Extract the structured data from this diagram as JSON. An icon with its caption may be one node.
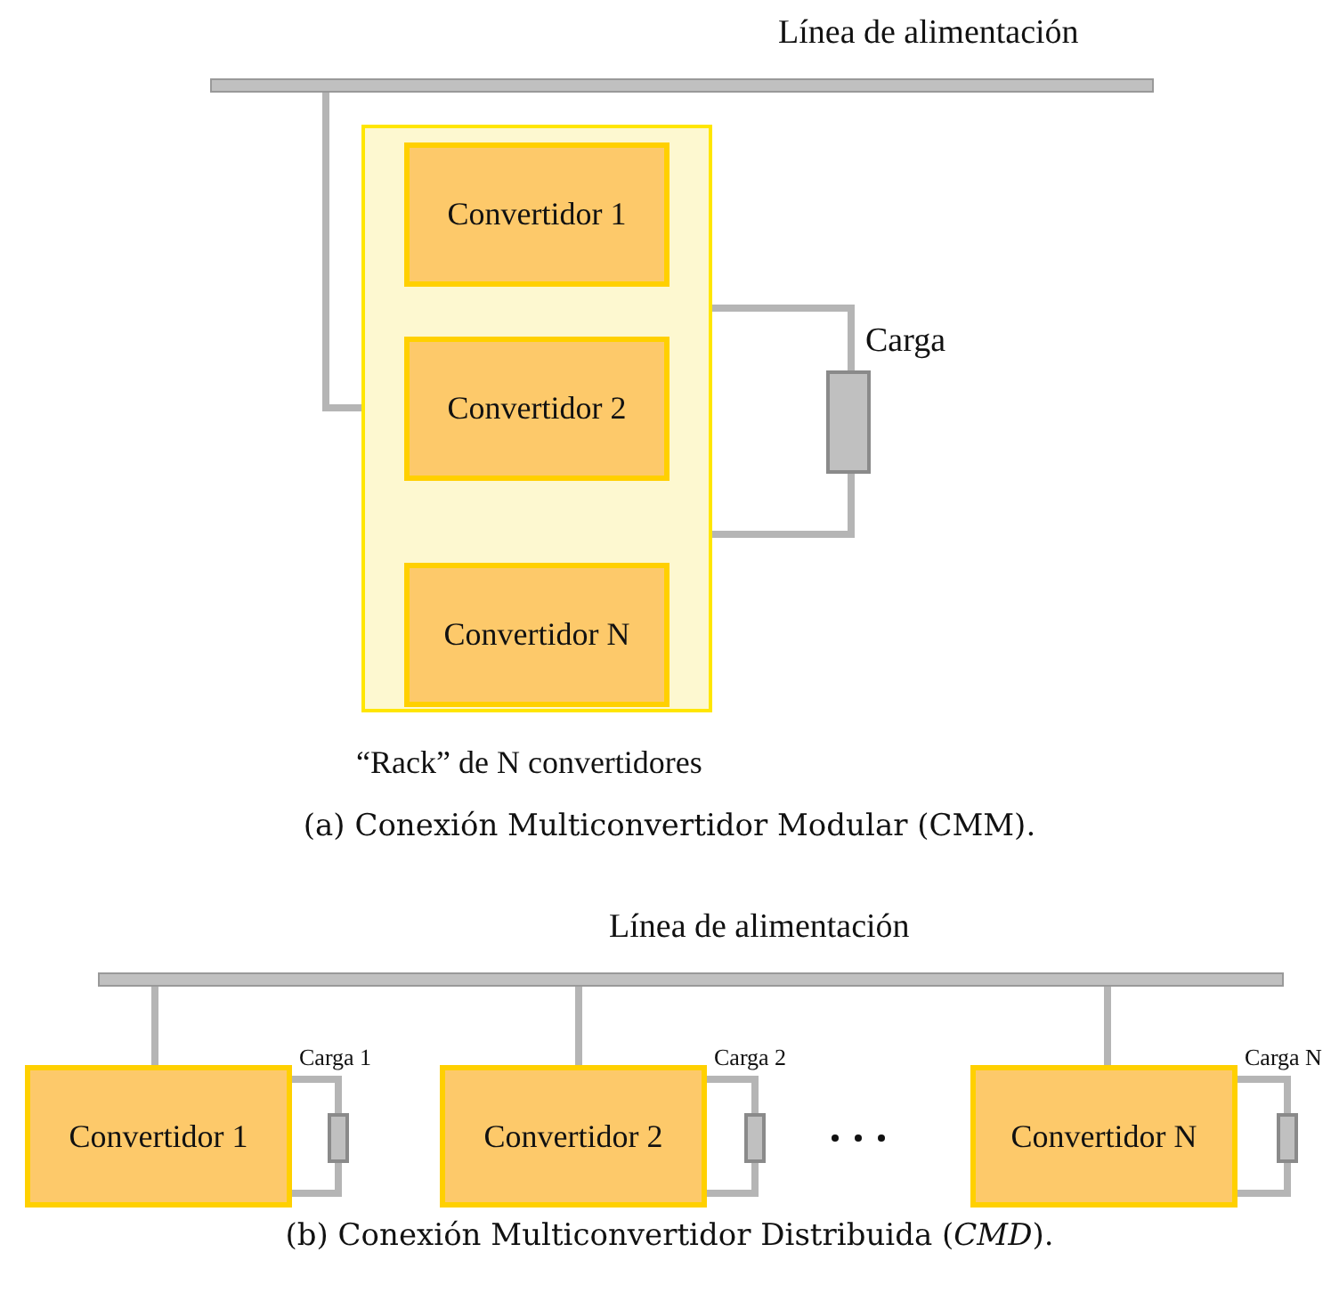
{
  "diagram": {
    "nodes": [
      {
        "text": [],
        "shape": "bar",
        "beside": [
          "Línea de alimentación"
        ]
      },
      {
        "text": [
          "“Rack” de N convertidores"
        ]
      },
      {
        "text": [
          "Convertidor 1"
        ],
        "in": 1
      },
      {
        "text": [
          "Convertidor 2"
        ],
        "in": 1
      },
      {
        "text": [
          "Convertidor N"
        ],
        "in": 1
      },
      {
        "text": [],
        "shape": "box",
        "beside": [
          "Carga"
        ]
      },
      {
        "text": [],
        "shape": "bar",
        "beside": [
          "Línea de alimentación"
        ]
      },
      {
        "text": [
          "Convertidor 1"
        ]
      },
      {
        "text": [
          "Convertidor 2"
        ]
      },
      {
        "text": [
          "Convertidor N"
        ]
      },
      {
        "text": [],
        "shape": "box"
      },
      {
        "text": [],
        "shape": "box"
      },
      {
        "text": [],
        "shape": "box"
      }
    ],
    "edges": [
      {
        "from": 0,
        "to": 1,
        "arrow": "none"
      },
      {
        "from": 1,
        "to": 5,
        "arrow": "none"
      },
      {
        "from": 1,
        "to": 5,
        "arrow": "none"
      },
      {
        "from": 6,
        "to": 7,
        "arrow": "none"
      },
      {
        "from": 6,
        "to": 8,
        "arrow": "none"
      },
      {
        "from": 6,
        "to": 9,
        "arrow": "none"
      },
      {
        "from": 7,
        "to": 10,
        "arrow": "none"
      },
      {
        "from": 7,
        "to": 10,
        "arrow": "none"
      },
      {
        "from": 8,
        "to": 11,
        "arrow": "none"
      },
      {
        "from": 8,
        "to": 11,
        "arrow": "none"
      },
      {
        "from": 9,
        "to": 12,
        "arrow": "none"
      },
      {
        "from": 9,
        "to": 12,
        "arrow": "none"
      }
    ],
    "labels": [
      "(a) Conexión Multiconvertidor Modular (CMM).",
      "Carga 1",
      "Carga 2",
      "Carga N",
      "(b) Conexión Multiconvertidor Distribuida (*CMD*)."
    ]
  }
}
